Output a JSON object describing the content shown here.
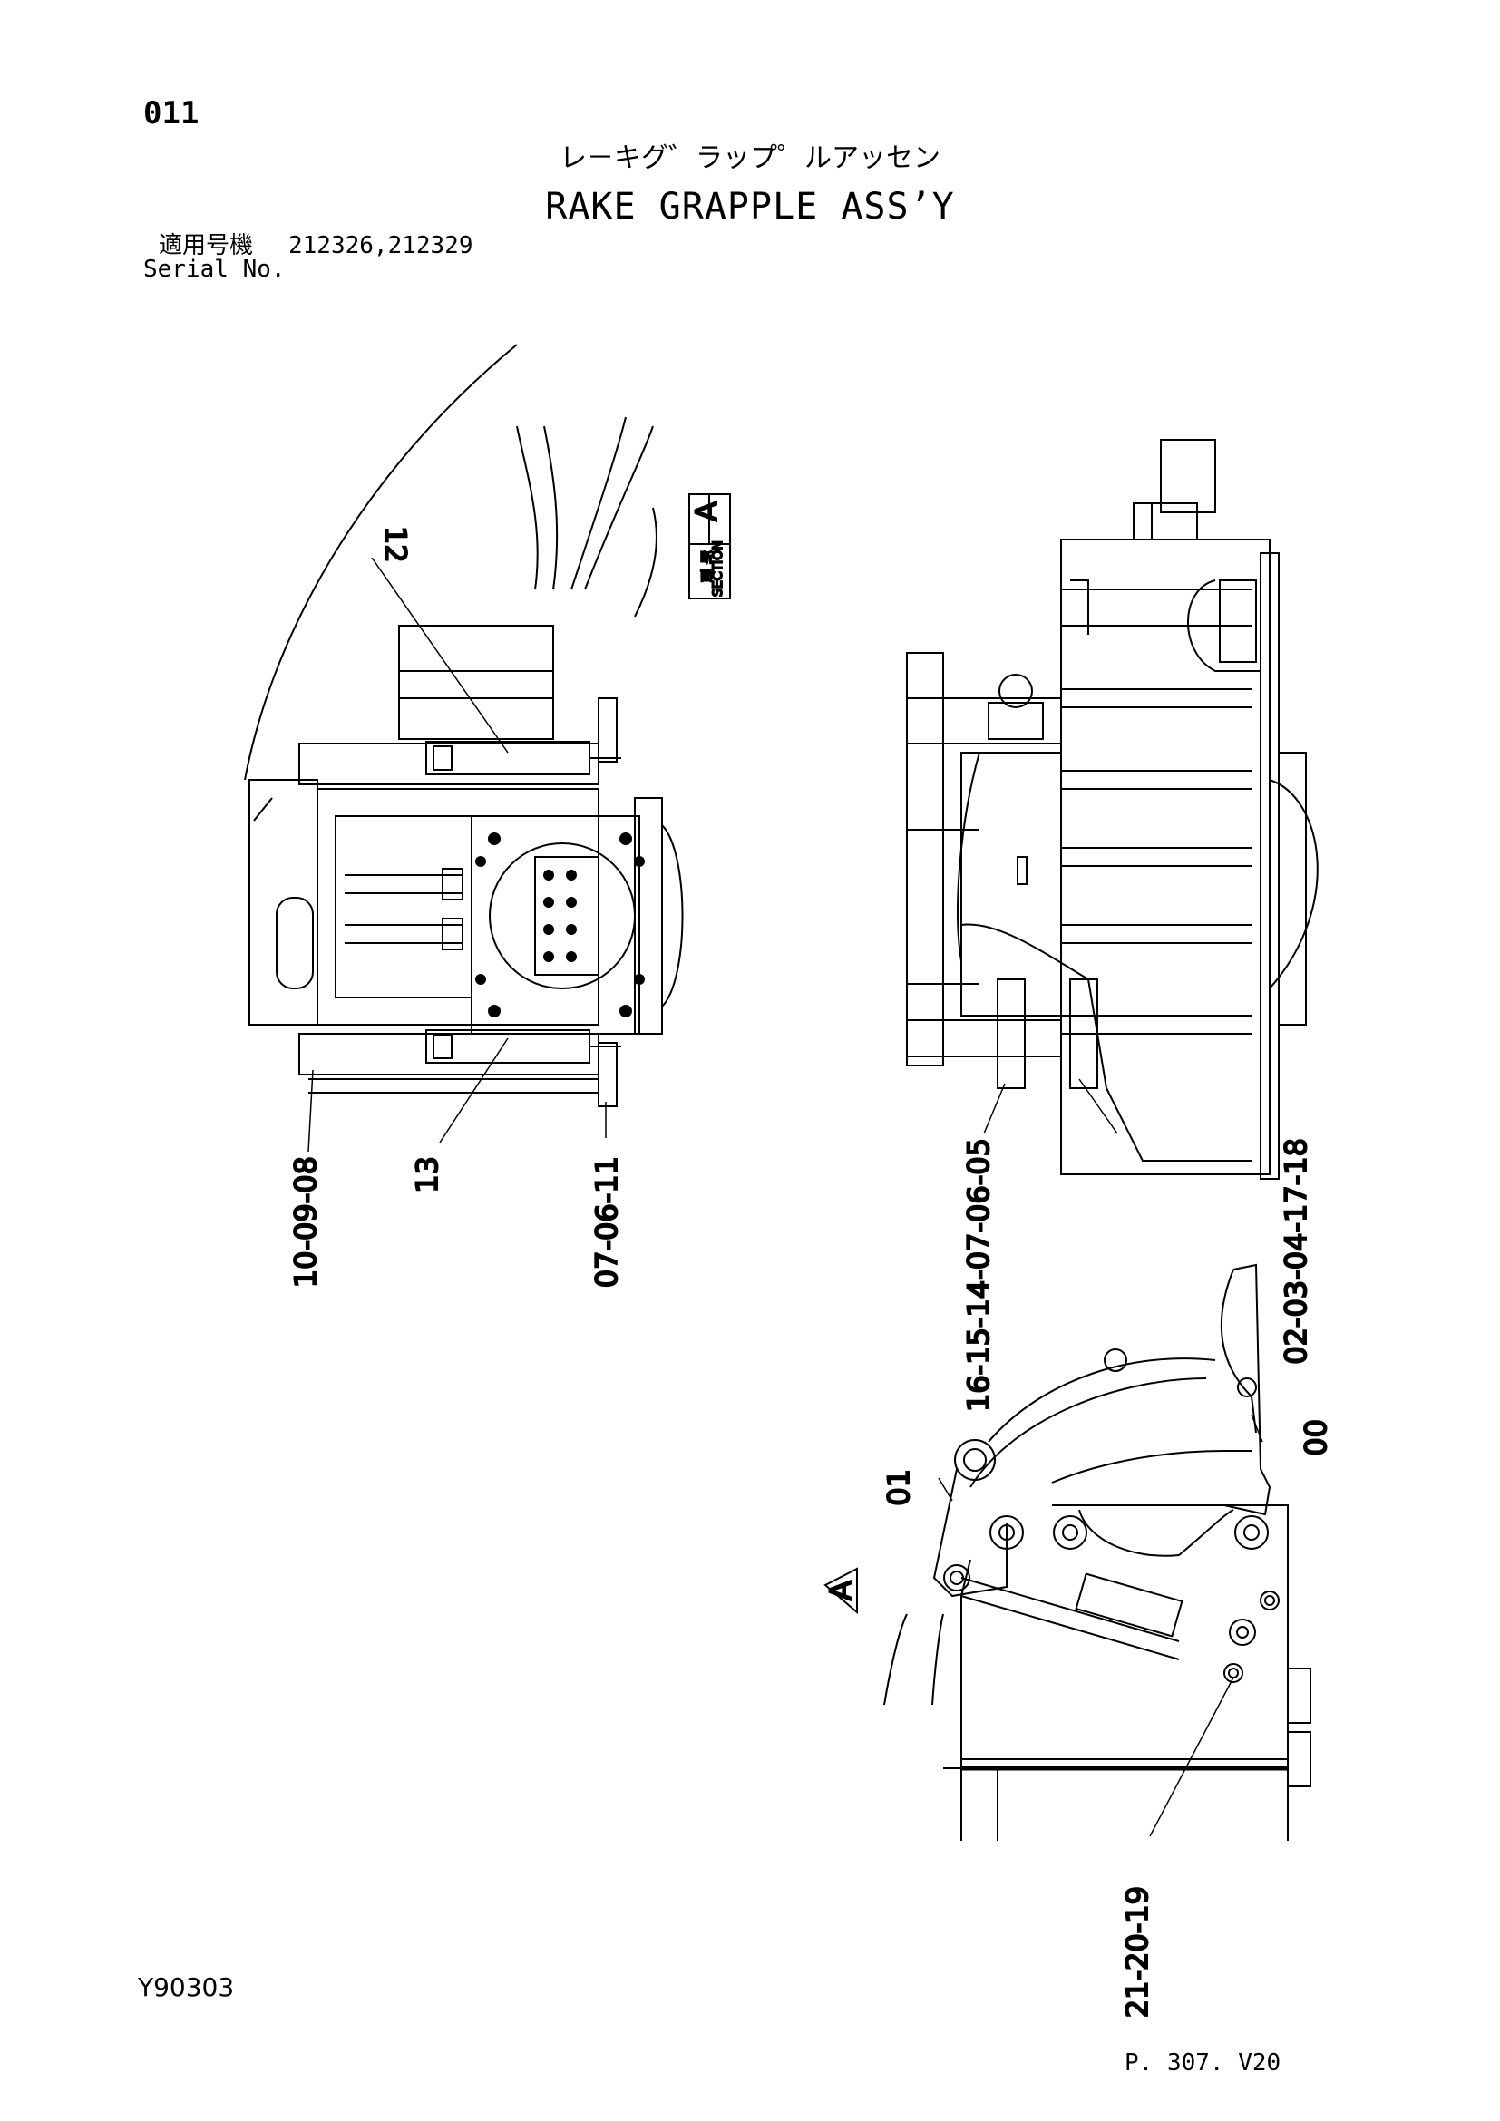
{
  "header": {
    "page_number": "011",
    "title_jp": "レ－キグ゛ラップ゜ルアッセン",
    "title_en": "RAKE GRAPPLE ASS’Y",
    "serial_label_jp": "適用号機",
    "serial_numbers": "212326,212329",
    "serial_label_en": "Serial No."
  },
  "section_tag": {
    "letter": "A",
    "label_jp_1": "断",
    "label_jp_2": "面",
    "label_en": "SECTION"
  },
  "view_marker": {
    "letter": "A"
  },
  "callouts": {
    "top_left": {
      "c12": "12",
      "c10_09_08": "10-09-08",
      "c13": "13",
      "c07_06_11": "07-06-11"
    },
    "top_right": {
      "c16_15_14_07_06_05": "16-15-14-07-06-05",
      "c02_03_04_17_18": "02-03-04-17-18"
    },
    "bottom_right": {
      "c00": "00",
      "c01": "01",
      "c21_20_19": "21-20-19"
    }
  },
  "footer": {
    "drawing_code": "Y90303",
    "page_ref": "P. 307. V20"
  }
}
